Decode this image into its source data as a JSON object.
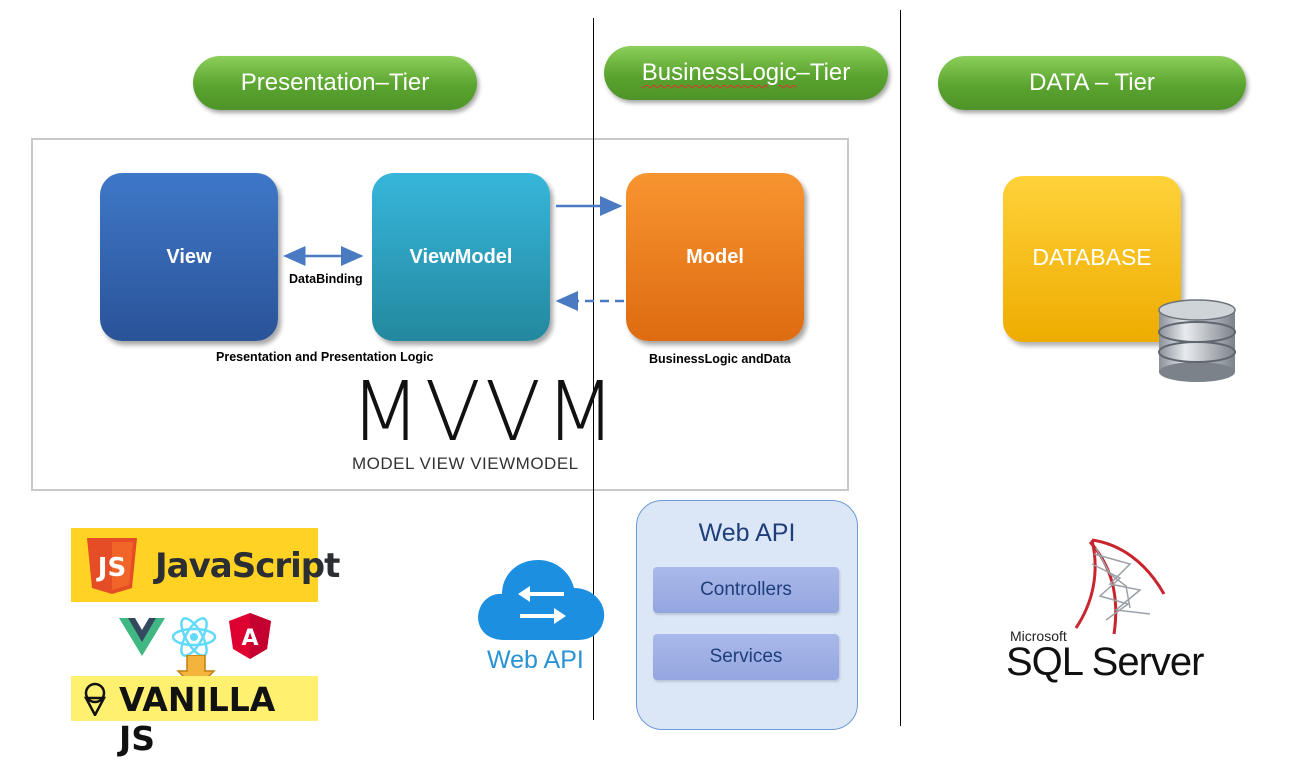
{
  "tiers": {
    "presentation": "Presentation–Tier",
    "business_logic_part1": "BusinessLogic",
    "business_logic_part2": "–Tier",
    "data": "DATA – Tier"
  },
  "mvvm": {
    "view": "View",
    "viewmodel": "ViewModel",
    "model": "Model",
    "databinding": "DataBinding",
    "presentation_caption": "Presentation and Presentation Logic",
    "business_caption": "BusinessLogic andData",
    "logo": "MVVM",
    "logo_sub": "MODEL VIEW VIEWMODEL"
  },
  "database": {
    "label": "DATABASE"
  },
  "frontend": {
    "javascript": "JavaScript",
    "js_badge": "JS",
    "vanilla": "VANILLA JS",
    "angular_letter": "A"
  },
  "cloud": {
    "label": "Web API"
  },
  "api_panel": {
    "title": "Web API",
    "items": [
      "Controllers",
      "Services"
    ]
  },
  "sql": {
    "microsoft": "Microsoft",
    "server": "SQL Server"
  },
  "colors": {
    "tier_green": "#5aa42f",
    "view_blue": "#2f5fa8",
    "viewmodel_teal": "#2aa1c2",
    "model_orange": "#ee7d1d",
    "database_yellow": "#f7c21a",
    "arrow_blue": "#4a7ac2"
  }
}
